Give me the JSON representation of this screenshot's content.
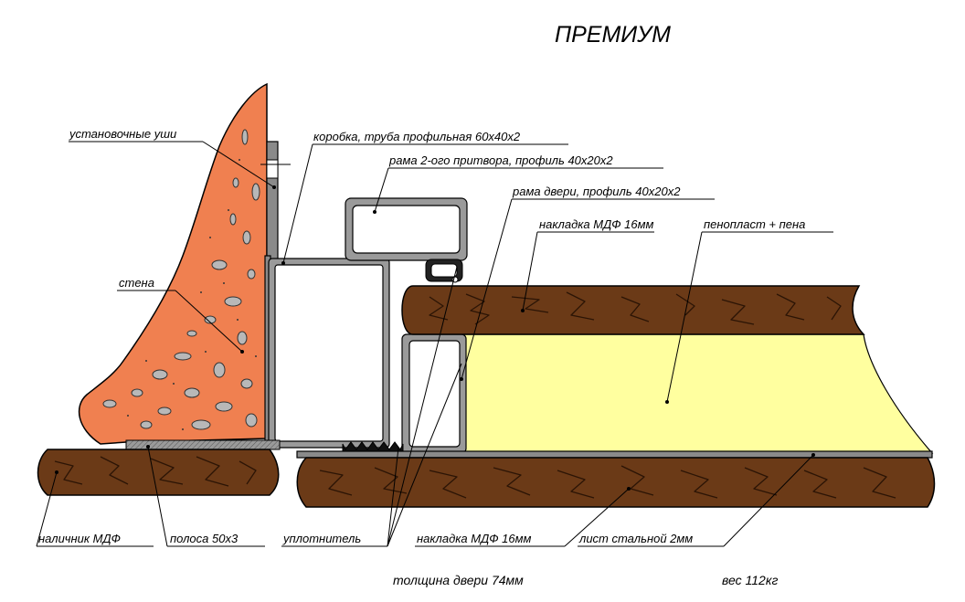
{
  "title": "ПРЕМИУМ",
  "labels": {
    "ears": "установочные уши",
    "box": "коробка, труба профильная 60х40х2",
    "frame2": "рама 2-ого притвора, профиль 40х20х2",
    "door_frame": "рама двери, профиль 40х20х2",
    "mdf_top": "накладка МДФ 16мм",
    "foam": "пенопласт + пена",
    "wall": "стена",
    "casing": "наличник МДФ",
    "strip": "полоса 50х3",
    "seal": "уплотнитель",
    "mdf_bottom": "накладка МДФ 16мм",
    "steel_sheet": "лист стальной 2мм"
  },
  "footer": {
    "thickness": "толщина двери 74мм",
    "weight": "вес 112кг"
  },
  "colors": {
    "wall": "#f08050",
    "wood": "#6b3a17",
    "foam": "#ffff9f",
    "steel": "#8a8a8a"
  }
}
